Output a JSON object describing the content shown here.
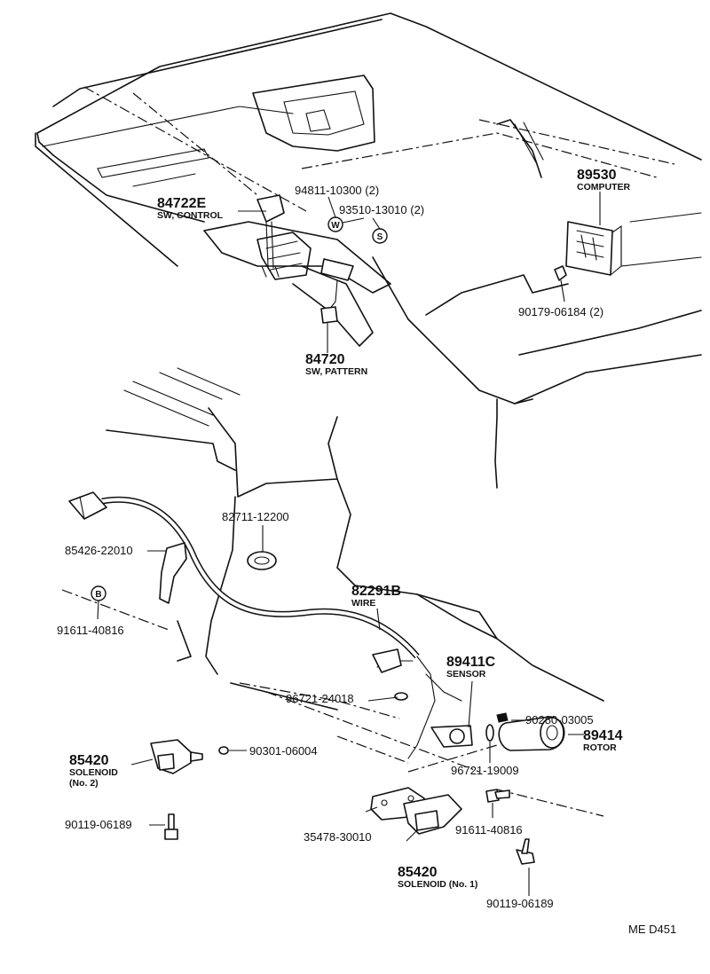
{
  "callouts": {
    "sw_control": {
      "number": "84722E",
      "desc": "SW, CONTROL"
    },
    "bolt_94811": {
      "number": "94811-10300 (2)"
    },
    "nut_93510": {
      "number": "93510-13010 (2)"
    },
    "computer": {
      "number": "89530",
      "desc": "COMPUTER"
    },
    "screw_90179": {
      "number": "90179-06184 (2)"
    },
    "sw_pattern": {
      "number": "84720",
      "desc": "SW, PATTERN"
    },
    "clamp_82711": {
      "number": "82711-12200"
    },
    "bracket_85426": {
      "number": "85426-22010"
    },
    "bolt_91611_left": {
      "number": "91611-40816"
    },
    "wire": {
      "number": "82291B",
      "desc": "WIRE"
    },
    "sensor": {
      "number": "89411C",
      "desc": "SENSOR"
    },
    "oring_96721_24018": {
      "number": "96721-24018"
    },
    "clip_90280": {
      "number": "90280-03005"
    },
    "rotor": {
      "number": "89414",
      "desc": "ROTOR"
    },
    "solenoid_no2": {
      "number": "85420",
      "desc": "SOLENOID",
      "desc2": "(No. 2)"
    },
    "oring_90301": {
      "number": "90301-06004"
    },
    "oring_96721_19009": {
      "number": "96721-19009"
    },
    "bolt_90119_left": {
      "number": "90119-06189"
    },
    "bolt_91611_right": {
      "number": "91611-40816"
    },
    "cover_35478": {
      "number": "35478-30010"
    },
    "solenoid_no1": {
      "number": "85420",
      "desc": "SOLENOID (No. 1)"
    },
    "bolt_90119_right": {
      "number": "90119-06189"
    }
  },
  "symbols": {
    "w": "W",
    "s": "S",
    "b": "B"
  },
  "footer": {
    "code": "ME  D451"
  }
}
